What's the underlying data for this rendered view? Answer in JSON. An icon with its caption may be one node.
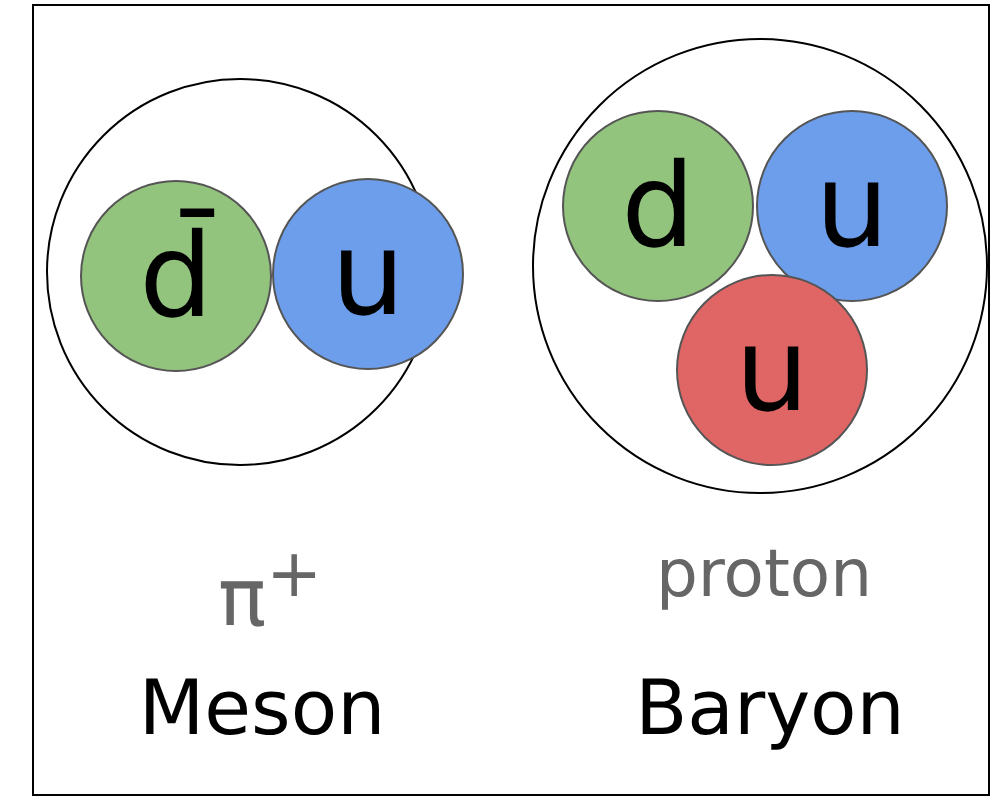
{
  "diagram": {
    "nodes": [
      {
        "text": [],
        "shape": "circle",
        "beside": [
          "π$^{+}$",
          "Meson"
        ]
      },
      {
        "text": [
          "d̄"
        ],
        "in": 0
      },
      {
        "text": [
          "u"
        ],
        "in": 0
      },
      {
        "text": [],
        "shape": "circle",
        "beside": [
          "proton",
          "Baryon"
        ]
      },
      {
        "text": [
          "d"
        ],
        "in": 3
      },
      {
        "text": [
          "u"
        ],
        "in": 3
      },
      {
        "text": [
          "u"
        ],
        "in": 3
      }
    ]
  }
}
